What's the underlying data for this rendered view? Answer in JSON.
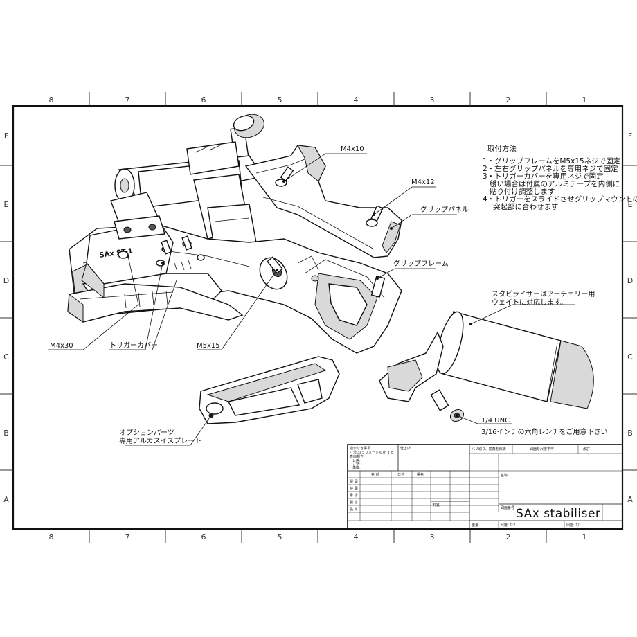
{
  "zones": {
    "columns": [
      "8",
      "7",
      "6",
      "5",
      "4",
      "3",
      "2",
      "1"
    ],
    "rows": [
      "F",
      "E",
      "D",
      "C",
      "B",
      "A"
    ]
  },
  "callouts": {
    "m4x10": "M4x10",
    "m4x12": "M4x12",
    "grip_panel": "グリップパネル",
    "grip_frame": "グリップフレーム",
    "m4x30": "M4x30",
    "trigger_cover": "トリガーカバー",
    "m5x15": "M5x15",
    "stabilizer_note": [
      "スタビライザーはアーチェリー用",
      "ウェイトに対応します。"
    ],
    "unc": "1/4 UNC",
    "hex_wrench": "3/16インチの六角レンチをご用意下さい",
    "option_parts": [
      "オプションパーツ",
      "専用アルカスイスプレート"
    ],
    "engraving": "SAx ST-1"
  },
  "instructions": {
    "title": "取付方法",
    "lines": [
      "1・グリップフレームをM5x15ネジで固定",
      "2・左右グリップパネルを専用ネジで固定",
      "3・トリガーカバーを専用ネジで固定",
      "緩い場合は付属のアルミテープを内側に",
      "貼り付け調整します",
      "4・トリガーをスライドさせグリップマウントの",
      "突起部に合わせます"
    ]
  },
  "title_block": {
    "drawing_title": "SAx stabiliser",
    "general_notes": [
      "指示なき事項",
      "寸法は(ミリメートル)とする",
      "表面粗さ:",
      "公差:",
      "寸法:",
      "角度:"
    ],
    "finish_label": "仕上げ:",
    "edge_label": "バリ取り、鋭角を除去",
    "no_scale_label": "図面を尺度不可",
    "revision_label": "改訂",
    "row_labels": [
      "製 図",
      "検 図",
      "承 認",
      "製 造",
      "品 質"
    ],
    "col_labels": [
      "名 前",
      "日付",
      "署名"
    ],
    "name_label": "名称:",
    "material_label": "材質",
    "drawing_number_label": "図面番号",
    "weight_label": "重量",
    "scale_label": "尺度: 1:2",
    "sheet_label": "図面: 1/1"
  }
}
